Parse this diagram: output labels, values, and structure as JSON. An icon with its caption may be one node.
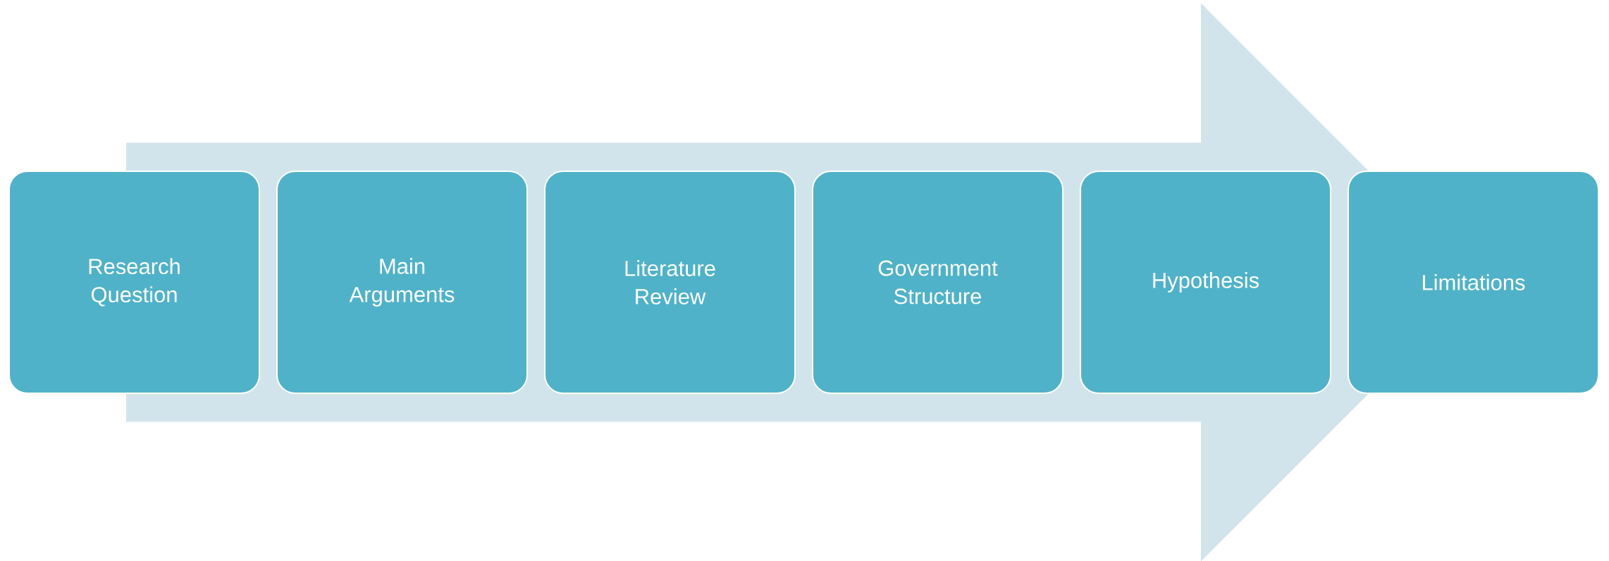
{
  "diagram": {
    "nodes": [
      {
        "text": [
          "Research Question"
        ]
      },
      {
        "text": [
          "Main Arguments"
        ]
      },
      {
        "text": [
          "Literature Review"
        ]
      },
      {
        "text": [
          "Government Structure"
        ]
      },
      {
        "text": [
          "Hypothesis"
        ]
      },
      {
        "text": [
          "Limitations"
        ]
      }
    ],
    "edges": [
      {
        "from": 0,
        "to": 5,
        "arrow": "to"
      }
    ]
  }
}
